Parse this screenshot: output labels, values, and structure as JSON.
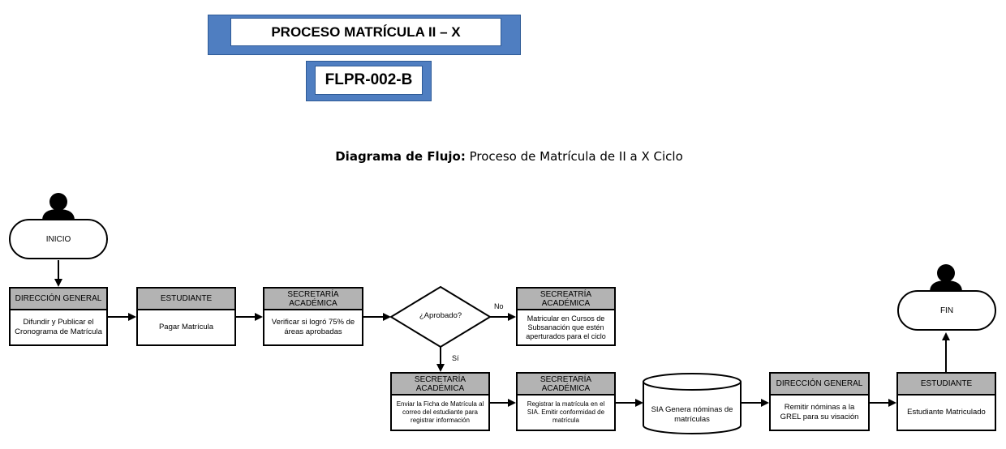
{
  "header": {
    "title": "PROCESO MATRÍCULA  II – X",
    "code": "FLPR-002-B"
  },
  "diagram_title": {
    "bold": "Diagrama de Flujo:",
    "rest": " Proceso de Matrícula de II a X Ciclo"
  },
  "start": {
    "label": "INICIO"
  },
  "end": {
    "label": "FIN"
  },
  "steps": {
    "s1": {
      "role": "DIRECCIÓN GENERAL",
      "text": "Difundir y Publicar el Cronograma de Matrícula"
    },
    "s2": {
      "role": "ESTUDIANTE",
      "text": "Pagar Matrícula"
    },
    "s3": {
      "role": "SECRETARÍA ACADÉMICA",
      "text": "Verificar si logró 75% de áreas aprobadas"
    },
    "s4": {
      "role": "SECREATRÍA ACADÉMICA",
      "text": "Matricular en Cursos de Subsanación que estén aperturados para el ciclo"
    },
    "s5": {
      "role": "SECRETARÍA ACADÉMICA",
      "text": "Enviar la Ficha de Matrícula al correo del estudiante para registrar información"
    },
    "s6": {
      "role": "SECRETARÍA ACADÉMICA",
      "text": "Registrar la matrícula en el SIA. Emitir conformidad de matrícula"
    },
    "s7": {
      "role": "DIRECCIÓN GENERAL",
      "text": "Remitir nóminas a la GREL para su visación"
    },
    "s8": {
      "role": "ESTUDIANTE",
      "text": "Estudiante Matriculado"
    }
  },
  "decision": {
    "text": "¿Aprobado?",
    "no": "No",
    "yes": "Sí"
  },
  "database": {
    "text": "SIA Genera nóminas de matrículas"
  },
  "colors": {
    "banner": "#4f7ec1",
    "header_fill": "#b3b3b3"
  }
}
